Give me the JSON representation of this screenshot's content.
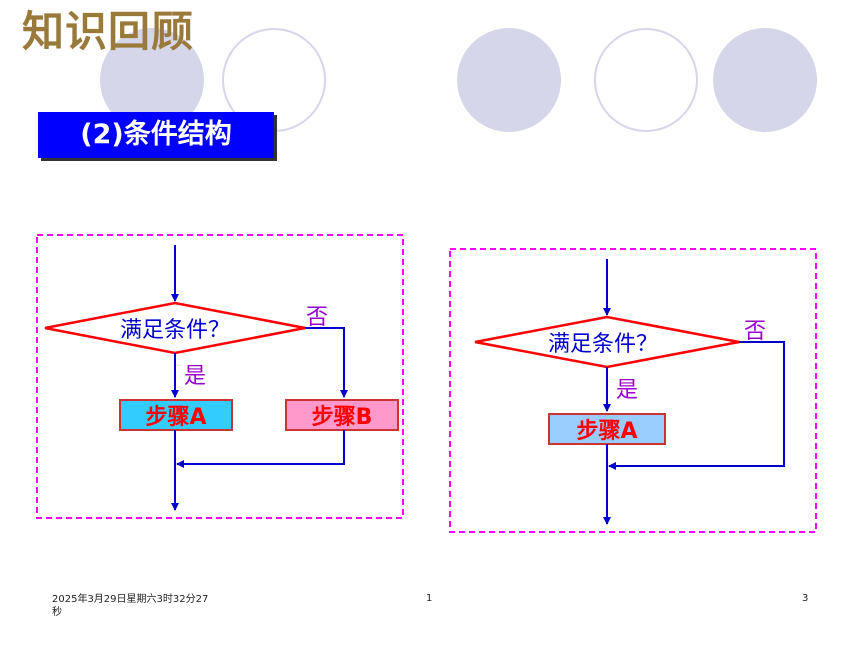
{
  "slide": {
    "title": "知识回顾",
    "subtitle": "(2)条件结构"
  },
  "diagram_left": {
    "condition": "满足条件？",
    "yes": "是",
    "no": "否",
    "step_a": "步骤A",
    "step_b": "步骤B"
  },
  "diagram_right": {
    "condition": "满足条件？",
    "yes": "是",
    "no": "否",
    "step_a": "步骤A"
  },
  "footer": {
    "datetime_line1": "2025年3月29日星期六3时32分27",
    "datetime_line2": "秒",
    "center_number": "1",
    "page_number": "3"
  },
  "colors": {
    "title": "#9a7a3a",
    "subtitle_bg": "#0000ff",
    "arrow": "#0000cc",
    "diamond_border": "#ff0000",
    "frame": "#ff00ff",
    "condition_text": "#0000cc",
    "label_text": "#9900cc",
    "step_a_fill_left": "#33ccff",
    "step_b_fill": "#ff99cc",
    "step_a_fill_right": "#99ccff",
    "step_text": "#ff0000"
  }
}
